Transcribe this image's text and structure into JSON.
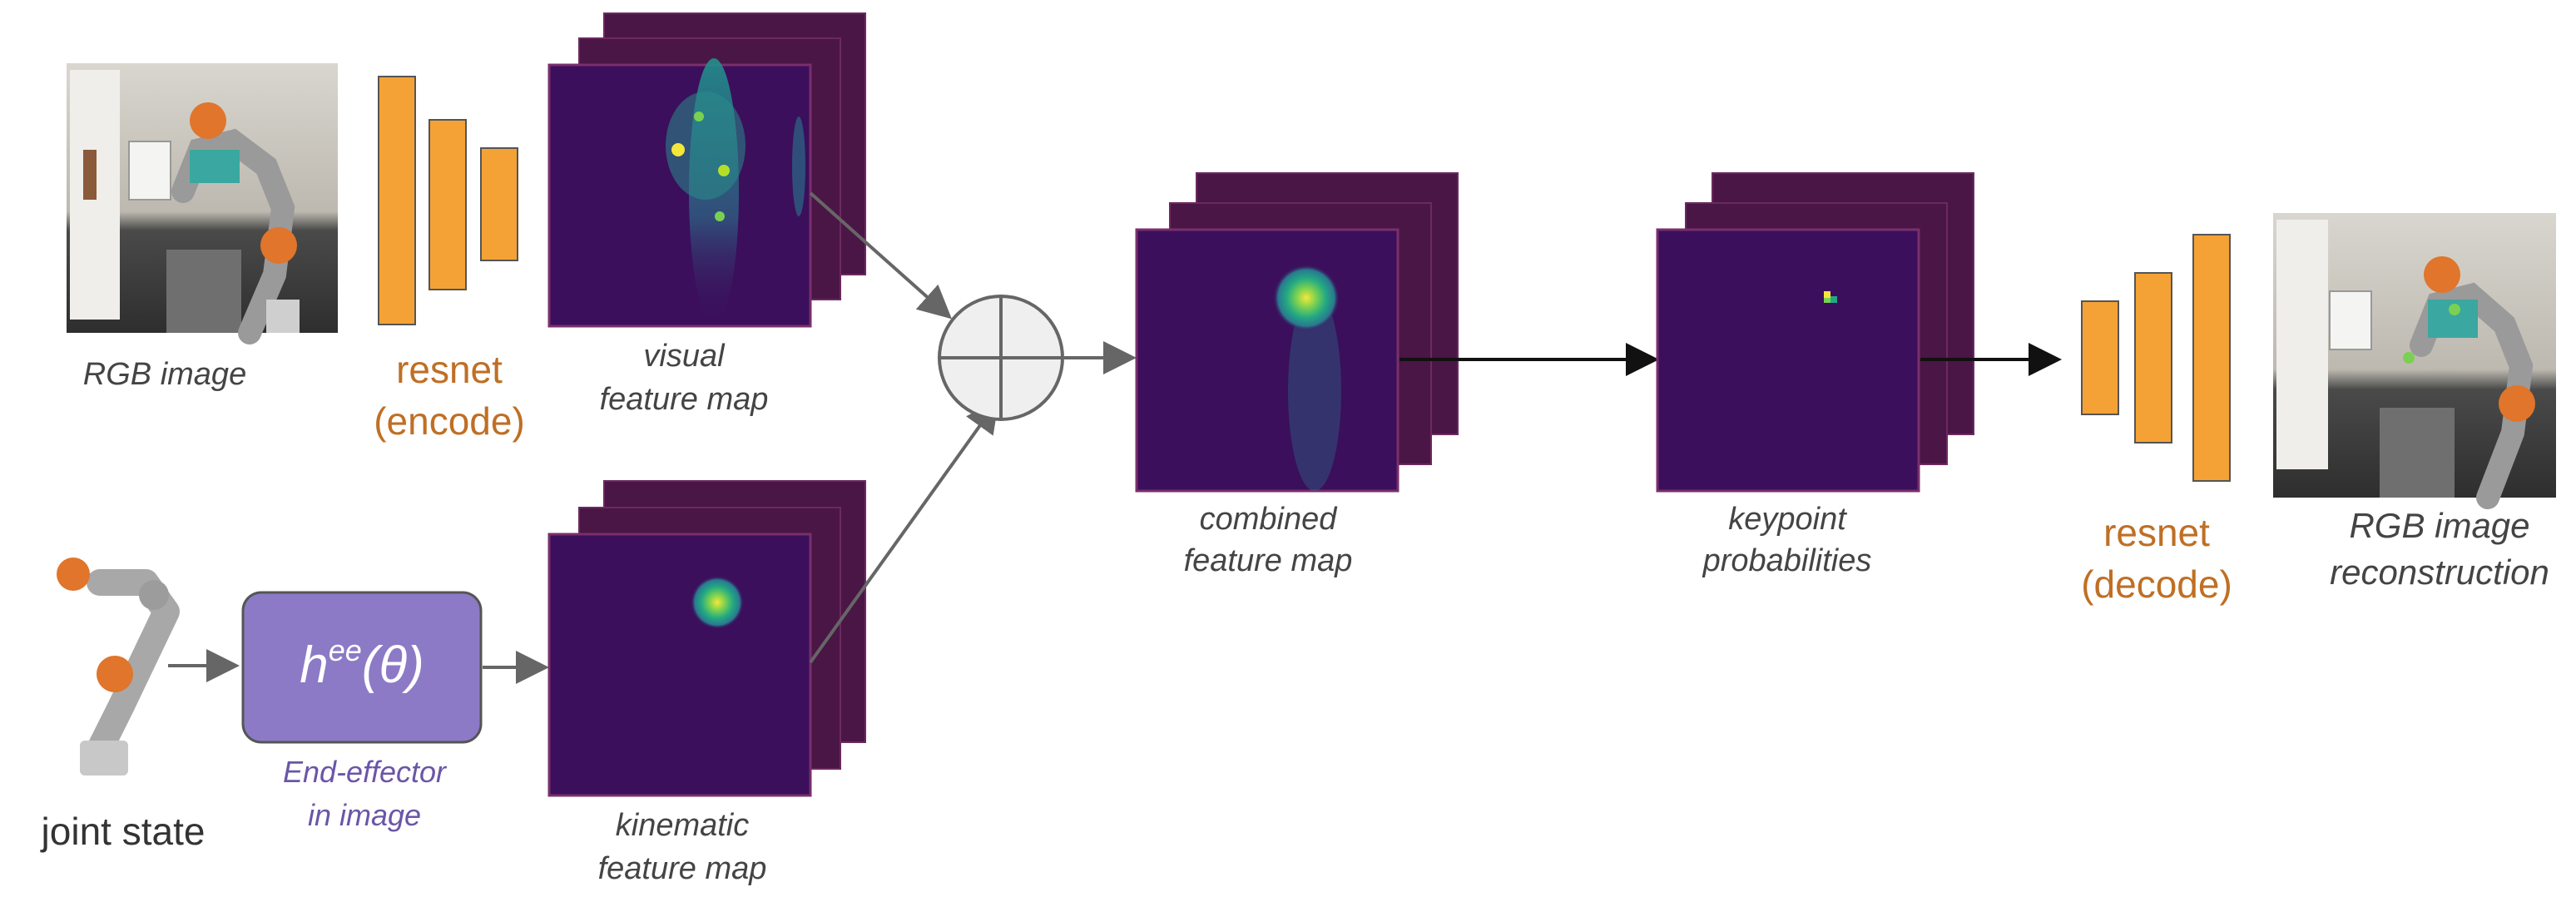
{
  "labels": {
    "rgb_image": "RGB image",
    "resnet_encode_line1": "resnet",
    "resnet_encode_line2": "(encode)",
    "visual_map_line1": "visual",
    "visual_map_line2": "feature map",
    "joint_state": "joint state",
    "function_base": "h",
    "function_sup": "ee",
    "function_arg": "(θ)",
    "end_effector_line1": "End-effector",
    "end_effector_line2": "in image",
    "kinematic_map_line1": "kinematic",
    "kinematic_map_line2": "feature map",
    "combined_map_line1": "combined",
    "combined_map_line2": "feature map",
    "keypoint_line1": "keypoint",
    "keypoint_line2": "probabilities",
    "resnet_decode_line1": "resnet",
    "resnet_decode_line2": "(decode)",
    "reconstruction_line1": "RGB image",
    "reconstruction_line2": "reconstruction"
  },
  "colors": {
    "resnet_bar": "#f4a236",
    "resnet_text": "#bf6f24",
    "feature_back": "#4a1646",
    "feature_front": "#3b0f5c",
    "function_box": "#8c7ac6",
    "function_text": "#6a56a8",
    "heat_hot": "#f5e73a",
    "heat_mid": "#22a884"
  },
  "icons": {
    "sum_node": "circle-plus-icon",
    "robot_arm": "robot-arm-icon"
  }
}
